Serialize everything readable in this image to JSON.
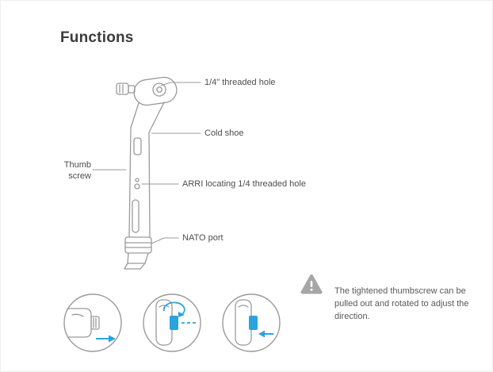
{
  "page": {
    "title": "Functions"
  },
  "labels": {
    "threaded_hole": "1/4\" threaded hole",
    "cold_shoe": "Cold shoe",
    "thumb_screw": "Thumb screw",
    "arri": "ARRI locating 1/4 threaded hole",
    "nato": "NATO port"
  },
  "note": {
    "text": "The tightened thumbscrew can be pulled out and rotated to adjust the direction."
  },
  "icons": {
    "warning": "warning-triangle-icon"
  },
  "colors": {
    "accent_blue": "#2BA3DC",
    "line_gray": "#9A9A9A",
    "text_gray": "#4D4D4D",
    "warning_gray": "#A6A6A6"
  }
}
